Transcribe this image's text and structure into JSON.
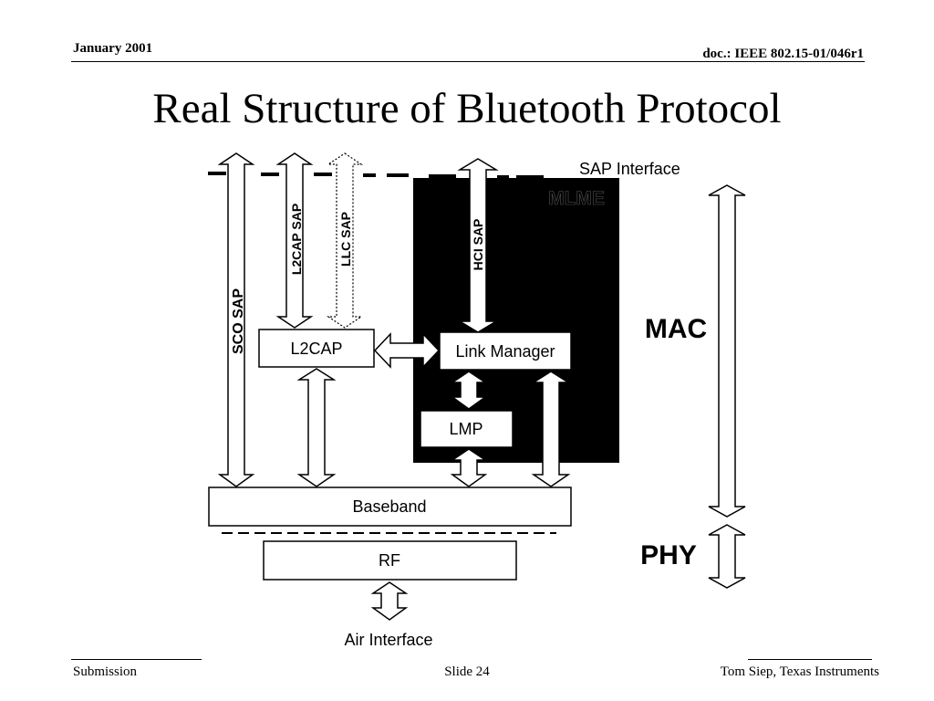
{
  "header": {
    "date": "January 2001",
    "doc_id": "doc.: IEEE 802.15-01/046r1"
  },
  "title": "Real Structure of Bluetooth Protocol",
  "diagram": {
    "sap_interface_label": "SAP Interface",
    "mlme_label": "MLME",
    "mac_label": "MAC",
    "phy_label": "PHY",
    "sco_sap_label": "SCO SAP",
    "l2cap_sap_label": "L2CAP SAP",
    "llc_sap_label": "LLC SAP",
    "hci_sap_label": "HCI SAP",
    "l2cap_box": "L2CAP",
    "link_manager_box": "Link Manager",
    "lmp_box": "LMP",
    "baseband_box": "Baseband",
    "rf_box": "RF",
    "air_interface_label": "Air Interface",
    "colors": {
      "line": "#000000",
      "fill": "#ffffff",
      "mlme_block": "#000000"
    }
  },
  "footer": {
    "left": "Submission",
    "center": "Slide 24",
    "right": "Tom Siep, Texas Instruments"
  }
}
